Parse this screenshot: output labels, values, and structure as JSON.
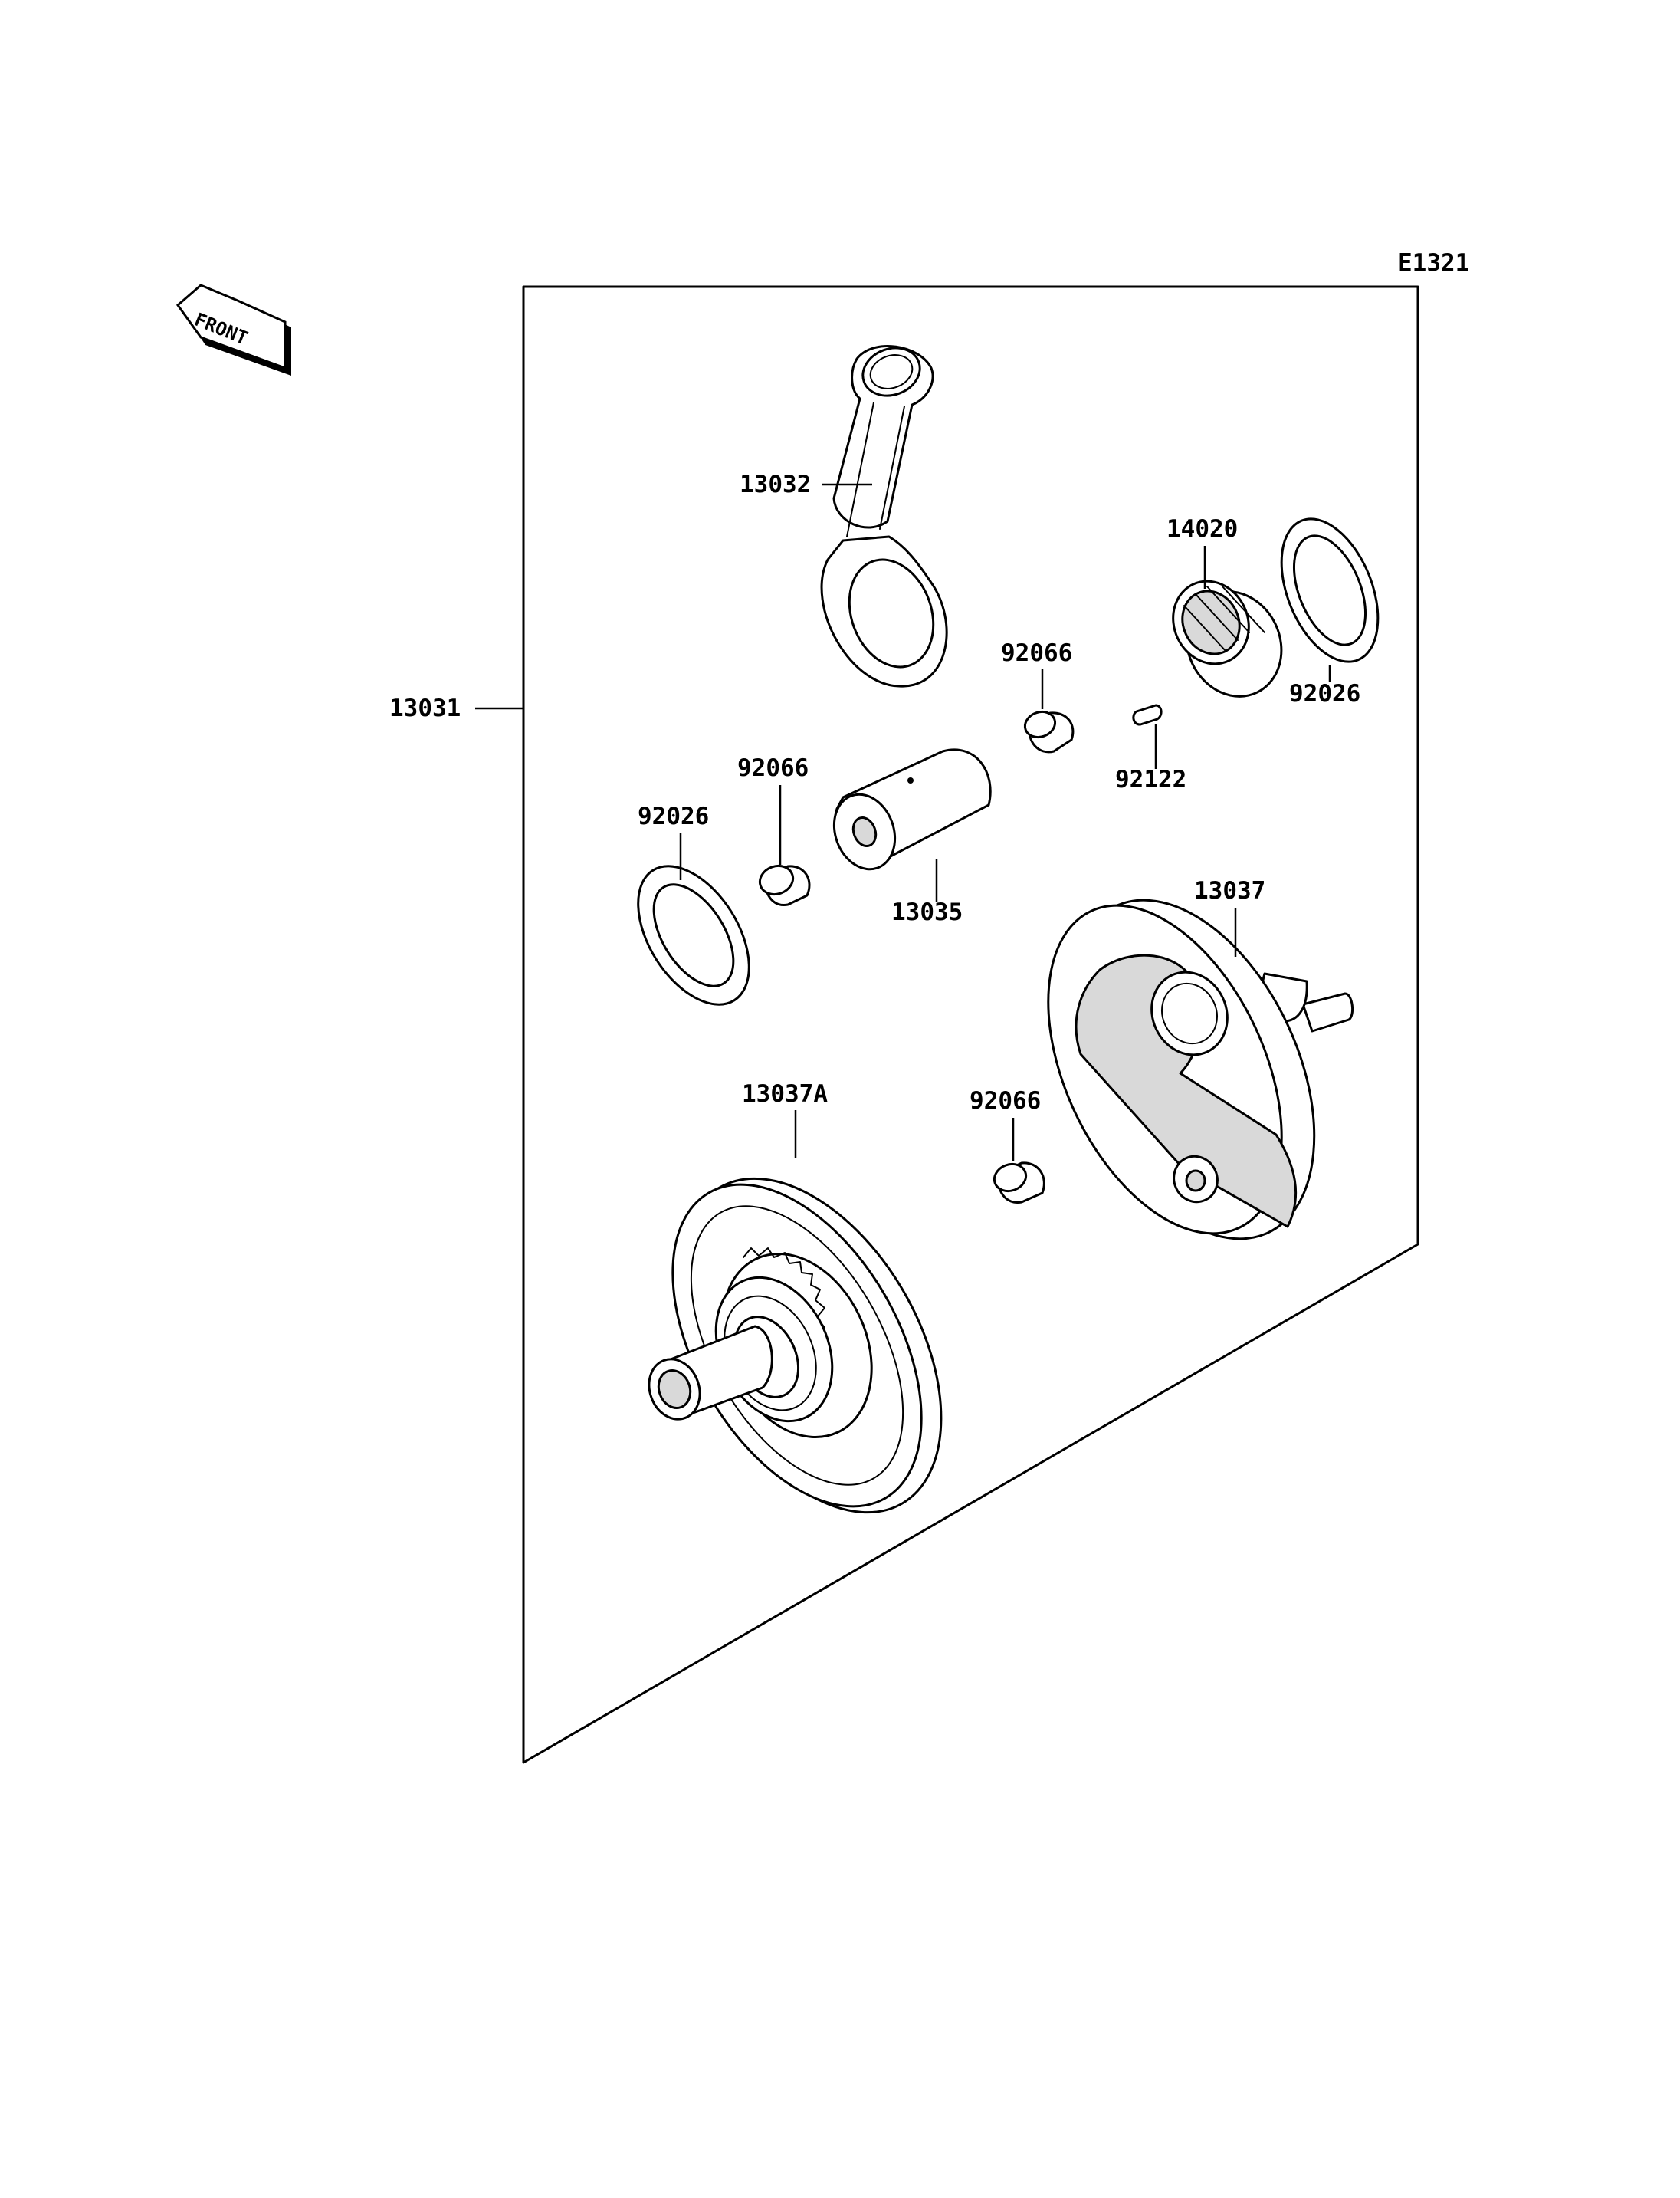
{
  "diagram_code": "E1321",
  "orientation_label": "FRONT",
  "assembly_part": "13031",
  "parts": {
    "con_rod": "13032",
    "bearing_needle": "14020",
    "washer_right": "92026",
    "washer_left": "92026",
    "bearing_right": "92066",
    "bearing_left": "92066",
    "bearing_lower": "92066",
    "crank_pin": "13035",
    "pin": "92122",
    "crankshaft_right": "13037",
    "crankshaft_left": "13037A"
  }
}
